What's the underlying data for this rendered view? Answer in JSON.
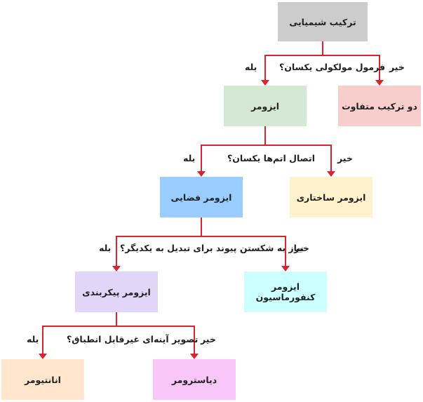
{
  "nodes": {
    "compound": {
      "text": "ترکیب شیمیایی",
      "color": "#cccccc"
    },
    "isomer": {
      "text": "ایزومر",
      "color": "#d5e8d4"
    },
    "different": {
      "text": "دو ترکیب متفاوت",
      "color": "#f8cecc"
    },
    "stereoisomer": {
      "text": "ایزومر فضایی",
      "color": "#99ccff"
    },
    "structural": {
      "text": "ایزومر ساختاری",
      "color": "#fff2cc"
    },
    "configurational": {
      "text": "ایزومر پیکربندی",
      "color": "#e1d5f8"
    },
    "conformational": {
      "text": "ایزومر کنفورماسیون",
      "color": "#ccffff"
    },
    "enantiomer": {
      "text": "انانتیومر",
      "color": "#ffe6cc"
    },
    "diastereomer": {
      "text": "دیاسترومر",
      "color": "#f8c6f8"
    }
  },
  "questions": {
    "q1": "فرمول مولکولی یکسان؟",
    "q2": "اتصال اتم‌ها یکسان؟",
    "q3": "نیاز به شکستن پیوند برای تبدیل به یکدیگر؟",
    "q4": "تصویر آینه‌ای غیرقابل انطباق؟"
  },
  "answers": {
    "yes": "بله",
    "no": "خیر"
  },
  "colors": {
    "arrow": "#d9232d"
  }
}
